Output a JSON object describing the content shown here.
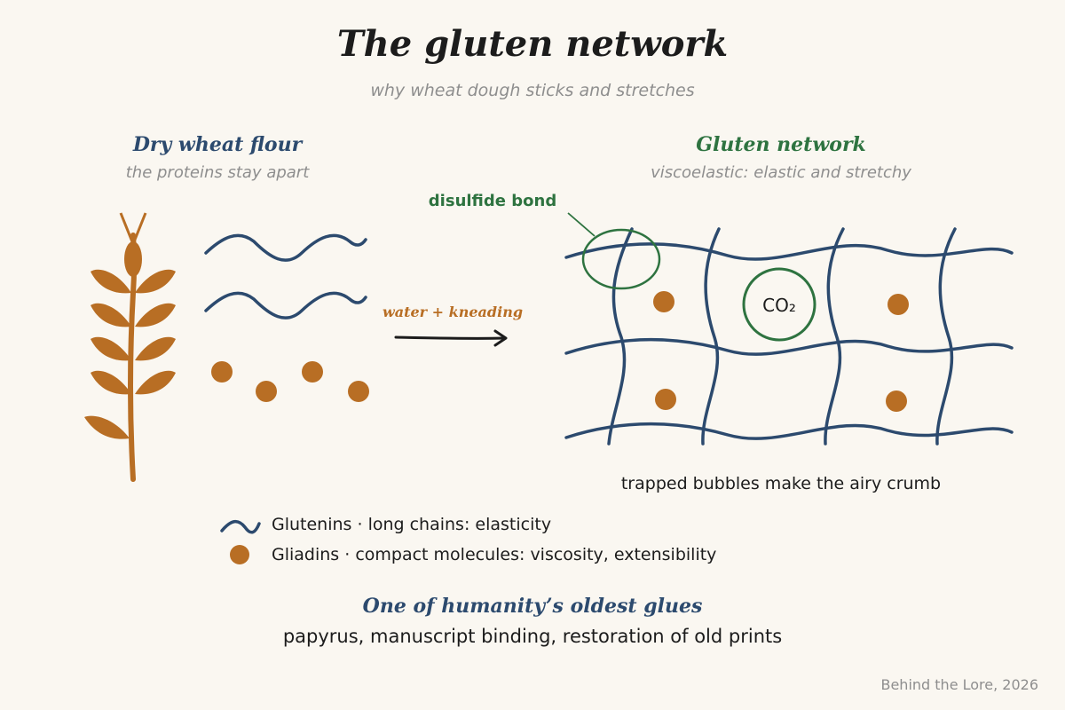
{
  "title": "The gluten network",
  "subtitle": "why wheat dough sticks and stretches",
  "left_panel": {
    "heading": "Dry wheat flour",
    "subheading": "the proteins stay apart"
  },
  "right_panel": {
    "heading": "Gluten network",
    "subheading": "viscoelastic: elastic and stretchy",
    "bond_label": "disulfide bond",
    "bubble_label": "CO₂",
    "note": "trapped bubbles make the airy crumb"
  },
  "arrow_label": "water + kneading",
  "legend": {
    "glutenins": "Glutenins · long chains: elasticity",
    "gliadins": "Gliadins · compact molecules: viscosity, extensibility"
  },
  "footer": {
    "heading": "One of humanity’s oldest glues",
    "text": "papyrus, manuscript binding, restoration of old prints"
  },
  "credit": "Behind the Lore, 2026",
  "colors": {
    "background": "#faf7f1",
    "glutenin_blue": "#2c4a6e",
    "gliadin_orange": "#b86e24",
    "network_green": "#2e7340"
  },
  "icons": [
    "wheat-stalk-icon",
    "arrow-right-icon",
    "wavy-chain-icon",
    "dot-icon"
  ]
}
